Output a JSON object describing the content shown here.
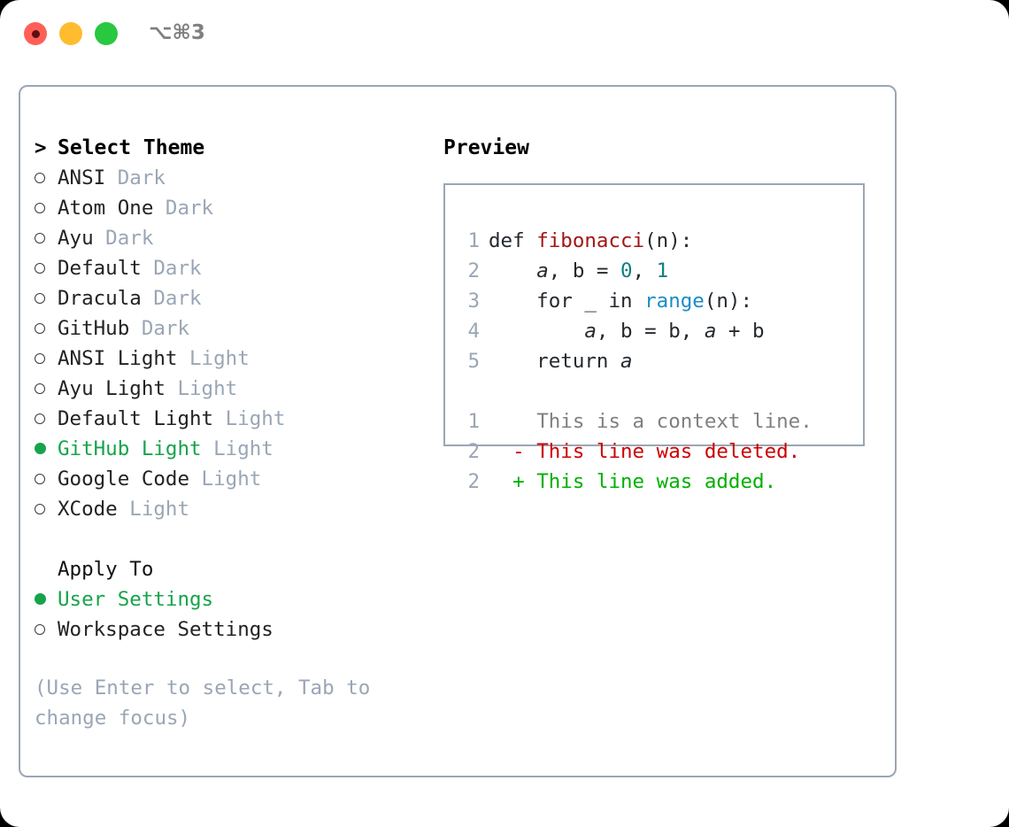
{
  "titlebar": {
    "shortcut": "⌥⌘3",
    "buttons": [
      {
        "name": "close",
        "color": "#ff5f57"
      },
      {
        "name": "minimize",
        "color": "#febc2e"
      },
      {
        "name": "maximize",
        "color": "#28c840"
      }
    ]
  },
  "theme_picker": {
    "heading_marker": ">",
    "heading": "Select Theme",
    "items": [
      {
        "marker": "off",
        "name": "ANSI",
        "kind": "Dark",
        "selected": false
      },
      {
        "marker": "off",
        "name": "Atom One",
        "kind": "Dark",
        "selected": false
      },
      {
        "marker": "off",
        "name": "Ayu",
        "kind": "Dark",
        "selected": false
      },
      {
        "marker": "off",
        "name": "Default",
        "kind": "Dark",
        "selected": false
      },
      {
        "marker": "off",
        "name": "Dracula",
        "kind": "Dark",
        "selected": false
      },
      {
        "marker": "off",
        "name": "GitHub",
        "kind": "Dark",
        "selected": false
      },
      {
        "marker": "off",
        "name": "ANSI Light",
        "kind": "Light",
        "selected": false
      },
      {
        "marker": "off",
        "name": "Ayu Light",
        "kind": "Light",
        "selected": false
      },
      {
        "marker": "off",
        "name": "Default Light",
        "kind": "Light",
        "selected": false
      },
      {
        "marker": "on",
        "name": "GitHub Light",
        "kind": "Light",
        "selected": true
      },
      {
        "marker": "off",
        "name": "Google Code",
        "kind": "Light",
        "selected": false
      },
      {
        "marker": "off",
        "name": "XCode",
        "kind": "Light",
        "selected": false
      }
    ]
  },
  "apply_to": {
    "heading": "Apply To",
    "items": [
      {
        "marker": "on",
        "label": "User Settings",
        "selected": true
      },
      {
        "marker": "off",
        "label": "Workspace Settings",
        "selected": false
      }
    ]
  },
  "hint": "(Use Enter to select, Tab to change focus)",
  "preview": {
    "title": "Preview",
    "code_lines": [
      {
        "num": "1",
        "tokens": [
          {
            "t": "def ",
            "c": "plain"
          },
          {
            "t": "fibonacci",
            "c": "func"
          },
          {
            "t": "(n):",
            "c": "plain"
          }
        ]
      },
      {
        "num": "2",
        "tokens": [
          {
            "t": "    ",
            "c": "plain"
          },
          {
            "t": "a",
            "c": "var"
          },
          {
            "t": ", ",
            "c": "plain"
          },
          {
            "t": "b",
            "c": "plain"
          },
          {
            "t": " = ",
            "c": "plain"
          },
          {
            "t": "0",
            "c": "num"
          },
          {
            "t": ", ",
            "c": "plain"
          },
          {
            "t": "1",
            "c": "num"
          }
        ]
      },
      {
        "num": "3",
        "tokens": [
          {
            "t": "    for _ in ",
            "c": "plain"
          },
          {
            "t": "range",
            "c": "kw"
          },
          {
            "t": "(n):",
            "c": "plain"
          }
        ]
      },
      {
        "num": "4",
        "tokens": [
          {
            "t": "        ",
            "c": "plain"
          },
          {
            "t": "a",
            "c": "var"
          },
          {
            "t": ", b = b, ",
            "c": "plain"
          },
          {
            "t": "a",
            "c": "var"
          },
          {
            "t": " + b",
            "c": "plain"
          }
        ]
      },
      {
        "num": "5",
        "tokens": [
          {
            "t": "    return ",
            "c": "plain"
          },
          {
            "t": "a",
            "c": "var"
          }
        ]
      }
    ],
    "diff_lines": [
      {
        "num": "1",
        "sign": "  ",
        "text": "This is a context line.",
        "kind": "ctx"
      },
      {
        "num": "2",
        "sign": "- ",
        "text": "This line was deleted.",
        "kind": "del"
      },
      {
        "num": "2",
        "sign": "+ ",
        "text": "This line was added.",
        "kind": "add"
      }
    ]
  },
  "colors": {
    "selected_green": "#16a34a",
    "muted": "#9aa6b5",
    "func_red": "#a31515",
    "number_teal": "#0f7f7f",
    "keyword_blue": "#1a8cc8",
    "diff_del": "#cc0000",
    "diff_add": "#00b000",
    "border": "#9aa6b5"
  }
}
